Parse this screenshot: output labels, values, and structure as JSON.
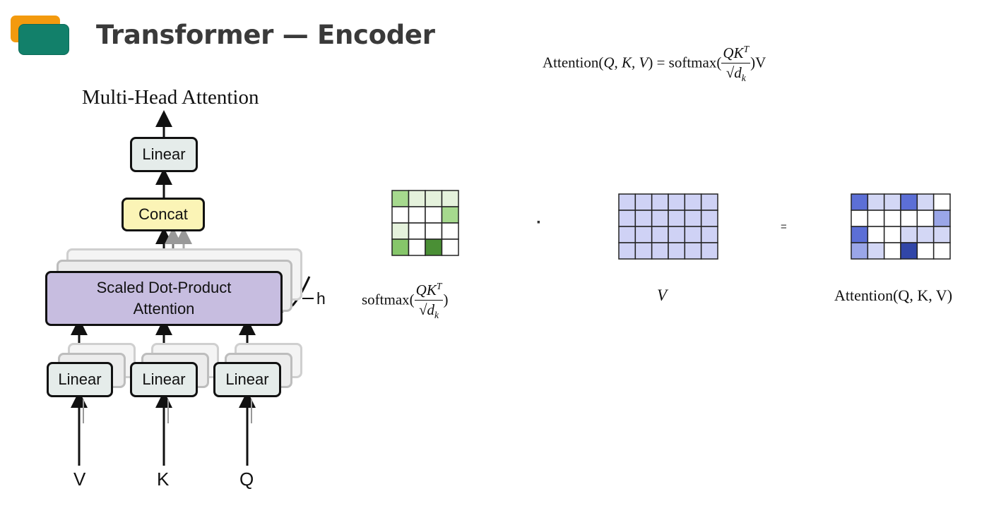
{
  "header": {
    "title": "Transformer — Encoder"
  },
  "formula": {
    "lhs": "Attention(",
    "q": "Q",
    "k": "K",
    "v": "V",
    "eq": ") = softmax(",
    "num": "QK",
    "num_sup": "T",
    "den_d": "d",
    "den_sub": "k",
    "tail": ")V"
  },
  "diagram": {
    "title": "Multi-Head Attention",
    "linear_top": "Linear",
    "concat": "Concat",
    "sdpa_line1": "Scaled Dot-Product",
    "sdpa_line2": "Attention",
    "heads_label": "h",
    "linear_v": "Linear",
    "linear_k": "Linear",
    "linear_q": "Linear",
    "input_v": "V",
    "input_k": "K",
    "input_q": "Q"
  },
  "matrices": {
    "softmax_label_fn": "softmax(",
    "softmax_label_num": "QK",
    "softmax_label_sup": "T",
    "softmax_label_den_d": "d",
    "softmax_label_den_sub": "k",
    "softmax_label_close": ")",
    "dot_operator": "·",
    "equals_operator": "=",
    "v_label": "V",
    "result_label": "Attention(Q, K, V)",
    "softmax_cells": [
      [
        "#a6d98e",
        "#e5f2dc",
        "#e5f2dc",
        "#e5f2dc"
      ],
      [
        "#ffffff",
        "#ffffff",
        "#ffffff",
        "#a6d98e"
      ],
      [
        "#e5f2dc",
        "#ffffff",
        "#ffffff",
        "#ffffff"
      ],
      [
        "#86c66a",
        "#ffffff",
        "#4a8f35",
        "#ffffff"
      ]
    ],
    "v_cells": [
      [
        "#cfd2f5",
        "#cfd2f5",
        "#cfd2f5",
        "#cfd2f5",
        "#cfd2f5",
        "#cfd2f5"
      ],
      [
        "#cfd2f5",
        "#cfd2f5",
        "#cfd2f5",
        "#cfd2f5",
        "#cfd2f5",
        "#cfd2f5"
      ],
      [
        "#cfd2f5",
        "#cfd2f5",
        "#cfd2f5",
        "#cfd2f5",
        "#cfd2f5",
        "#cfd2f5"
      ],
      [
        "#cfd2f5",
        "#cfd2f5",
        "#cfd2f5",
        "#cfd2f5",
        "#cfd2f5",
        "#cfd2f5"
      ]
    ],
    "result_cells": [
      [
        "#5c6fd6",
        "#d3d7f5",
        "#d3d7f5",
        "#5c6fd6",
        "#d3d7f5",
        "#ffffff"
      ],
      [
        "#ffffff",
        "#ffffff",
        "#ffffff",
        "#ffffff",
        "#ffffff",
        "#9aa6e8"
      ],
      [
        "#5c6fd6",
        "#ffffff",
        "#ffffff",
        "#d3d7f5",
        "#d3d7f5",
        "#d3d7f5"
      ],
      [
        "#9aa6e8",
        "#d3d7f5",
        "#ffffff",
        "#3146a8",
        "#ffffff",
        "#ffffff"
      ]
    ]
  }
}
